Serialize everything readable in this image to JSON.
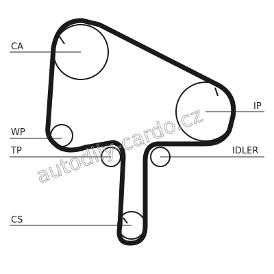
{
  "labels": {
    "ca": "CA",
    "ip": "IP",
    "wp": "WP",
    "tp": "TP",
    "idler": "IDLER",
    "cs": "CS"
  },
  "watermark": "autodily-cardo.cz",
  "colors": {
    "belt": "#1a1a1a",
    "pulley": "#1a1a1a",
    "leader_line": "#222222",
    "label": "#222222",
    "watermark": "#9a9a9a",
    "background": "#ffffff"
  }
}
